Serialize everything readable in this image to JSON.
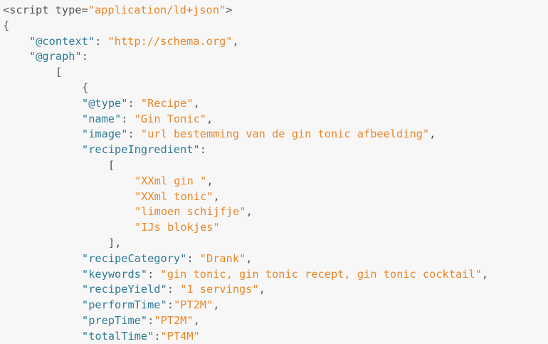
{
  "lines": [
    {
      "indent": 0,
      "parts": [
        {
          "c": "p",
          "t": "<script type="
        },
        {
          "c": "s",
          "t": "\"application/ld+json\""
        },
        {
          "c": "p",
          "t": ">"
        }
      ]
    },
    {
      "indent": 0,
      "parts": [
        {
          "c": "p",
          "t": "{"
        }
      ]
    },
    {
      "indent": 4,
      "parts": [
        {
          "c": "k",
          "t": "\"@context\""
        },
        {
          "c": "p",
          "t": ": "
        },
        {
          "c": "s",
          "t": "\"http://schema.org\""
        },
        {
          "c": "p",
          "t": ","
        }
      ]
    },
    {
      "indent": 4,
      "parts": [
        {
          "c": "k",
          "t": "\"@graph\""
        },
        {
          "c": "p",
          "t": ":"
        }
      ]
    },
    {
      "indent": 8,
      "parts": [
        {
          "c": "p",
          "t": "["
        }
      ]
    },
    {
      "indent": 12,
      "parts": [
        {
          "c": "p",
          "t": "{"
        }
      ]
    },
    {
      "indent": 12,
      "parts": [
        {
          "c": "k",
          "t": "\"@type\""
        },
        {
          "c": "p",
          "t": ": "
        },
        {
          "c": "s",
          "t": "\"Recipe\""
        },
        {
          "c": "p",
          "t": ","
        }
      ]
    },
    {
      "indent": 12,
      "parts": [
        {
          "c": "k",
          "t": "\"name\""
        },
        {
          "c": "p",
          "t": ": "
        },
        {
          "c": "s",
          "t": "\"Gin Tonic\""
        },
        {
          "c": "p",
          "t": ","
        }
      ]
    },
    {
      "indent": 12,
      "parts": [
        {
          "c": "k",
          "t": "\"image\""
        },
        {
          "c": "p",
          "t": ": "
        },
        {
          "c": "s",
          "t": "\"url bestemming van de gin tonic afbeelding\""
        },
        {
          "c": "p",
          "t": ","
        }
      ]
    },
    {
      "indent": 12,
      "parts": [
        {
          "c": "k",
          "t": "\"recipeIngredient\""
        },
        {
          "c": "p",
          "t": ":"
        }
      ]
    },
    {
      "indent": 16,
      "parts": [
        {
          "c": "p",
          "t": "["
        }
      ]
    },
    {
      "indent": 20,
      "parts": [
        {
          "c": "s",
          "t": "\"XXml gin \""
        },
        {
          "c": "p",
          "t": ","
        }
      ]
    },
    {
      "indent": 20,
      "parts": [
        {
          "c": "s",
          "t": "\"XXml tonic\""
        },
        {
          "c": "p",
          "t": ","
        }
      ]
    },
    {
      "indent": 20,
      "parts": [
        {
          "c": "s",
          "t": "\"limoen schijfje\""
        },
        {
          "c": "p",
          "t": ","
        }
      ]
    },
    {
      "indent": 20,
      "parts": [
        {
          "c": "s",
          "t": "\"IJs blokjes\""
        }
      ]
    },
    {
      "indent": 16,
      "parts": [
        {
          "c": "p",
          "t": "],"
        }
      ]
    },
    {
      "indent": 12,
      "parts": [
        {
          "c": "k",
          "t": "\"recipeCategory\""
        },
        {
          "c": "p",
          "t": ": "
        },
        {
          "c": "s",
          "t": "\"Drank\""
        },
        {
          "c": "p",
          "t": ","
        }
      ]
    },
    {
      "indent": 12,
      "parts": [
        {
          "c": "k",
          "t": "\"keywords\""
        },
        {
          "c": "p",
          "t": ": "
        },
        {
          "c": "s",
          "t": "\"gin tonic, gin tonic recept, gin tonic cocktail\""
        },
        {
          "c": "p",
          "t": ","
        }
      ]
    },
    {
      "indent": 12,
      "parts": [
        {
          "c": "k",
          "t": "\"recipeYield\""
        },
        {
          "c": "p",
          "t": ": "
        },
        {
          "c": "s",
          "t": "\"1 servings\""
        },
        {
          "c": "p",
          "t": ","
        }
      ]
    },
    {
      "indent": 12,
      "parts": [
        {
          "c": "k",
          "t": "\"performTime\""
        },
        {
          "c": "p",
          "t": ":"
        },
        {
          "c": "s",
          "t": "\"PT2M\""
        },
        {
          "c": "p",
          "t": ","
        }
      ]
    },
    {
      "indent": 12,
      "parts": [
        {
          "c": "k",
          "t": "\"prepTime\""
        },
        {
          "c": "p",
          "t": ":"
        },
        {
          "c": "s",
          "t": "\"PT2M\""
        },
        {
          "c": "p",
          "t": ","
        }
      ]
    },
    {
      "indent": 12,
      "parts": [
        {
          "c": "k",
          "t": "\"totalTime\""
        },
        {
          "c": "p",
          "t": ":"
        },
        {
          "c": "s",
          "t": "\"PT4M\""
        }
      ]
    },
    {
      "indent": 12,
      "parts": [
        {
          "c": "p",
          "t": "},"
        }
      ]
    }
  ]
}
